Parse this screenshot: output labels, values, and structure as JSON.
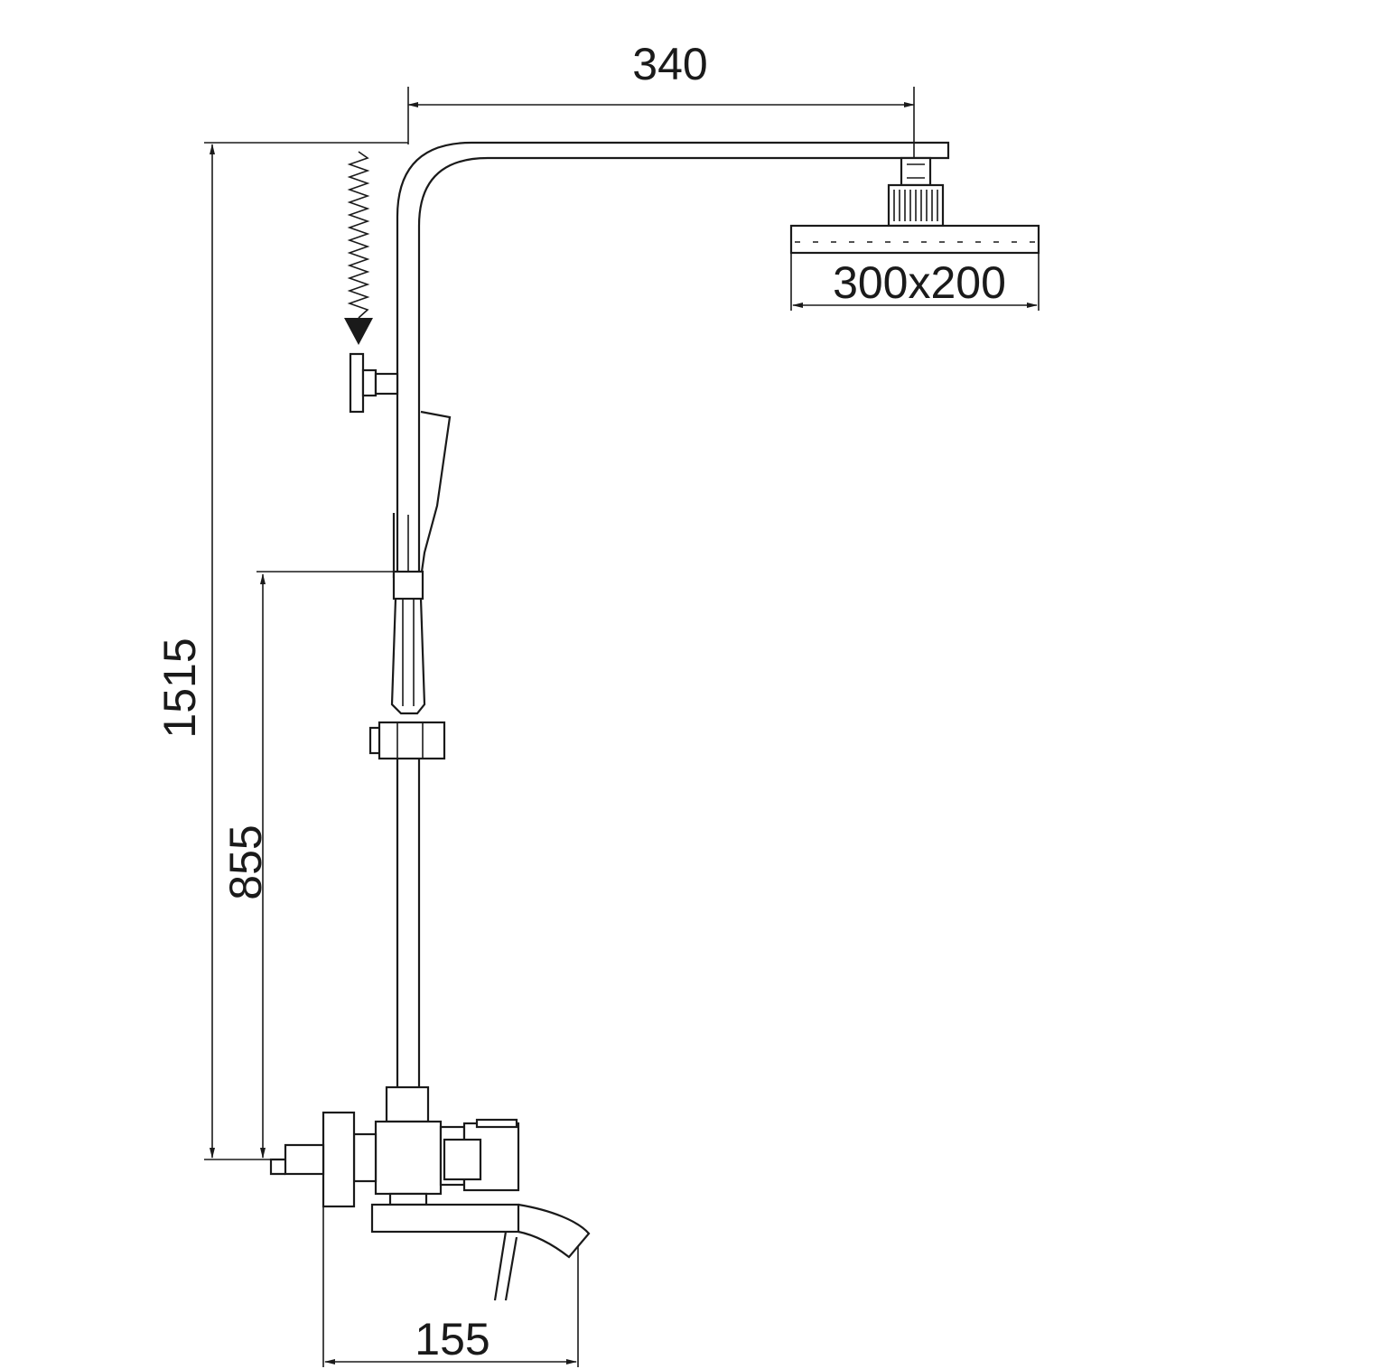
{
  "drawing": {
    "dimensions": {
      "top_width": "340",
      "total_height": "1515",
      "mid_height": "855",
      "head_size": "300x200",
      "bottom_width": "155"
    },
    "colors": {
      "line": "#1a1a1a",
      "background": "#ffffff"
    }
  }
}
